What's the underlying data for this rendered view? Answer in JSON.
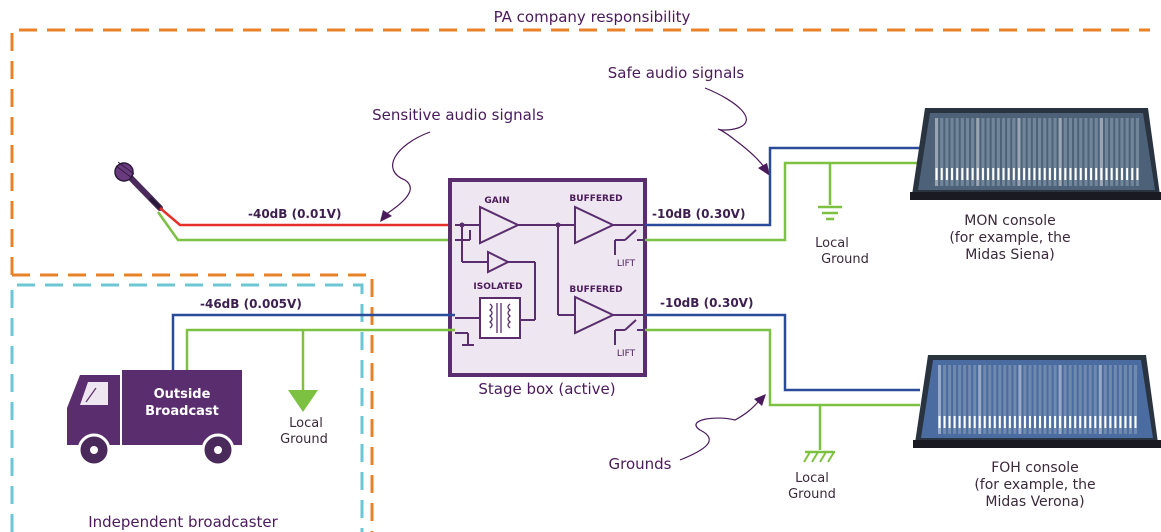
{
  "zones": {
    "pa_company": "PA company responsibility",
    "broadcaster": "Independent broadcaster"
  },
  "annotations": {
    "sensitive": "Sensitive audio signals",
    "safe": "Safe audio signals",
    "grounds": "Grounds"
  },
  "levels": {
    "mic": "-40dB (0.01V)",
    "broadcast": "-46dB (0.005V)",
    "mon_out": "-10dB (0.30V)",
    "foh_out": "-10dB (0.30V)"
  },
  "stagebox": {
    "title": "Stage box (active)",
    "gain": "GAIN",
    "buffered_top": "BUFFERED",
    "buffered_bottom": "BUFFERED",
    "isolated": "ISOLATED",
    "lift_top": "LIFT",
    "lift_bottom": "LIFT"
  },
  "truck": {
    "line1": "Outside",
    "line2": "Broadcast"
  },
  "grounds": {
    "mon_line1": "Local",
    "mon_line2": "Ground",
    "truck_line1": "Local",
    "truck_line2": "Ground",
    "foh_line1": "Local",
    "foh_line2": "Ground"
  },
  "consoles": {
    "mon": {
      "line1": "MON console",
      "line2": "(for example, the",
      "line3": "Midas Siena)"
    },
    "foh": {
      "line1": "FOH console",
      "line2": "(for example, the",
      "line3": "Midas Verona)"
    }
  },
  "colors": {
    "orange_zone": "#e8822a",
    "teal_zone": "#6cc7d4",
    "signal_red": "#e8302a",
    "signal_blue": "#2a4a9a",
    "ground_green": "#7cc142",
    "purple": "#5a2e6e",
    "box_fill": "#eee6f0"
  }
}
